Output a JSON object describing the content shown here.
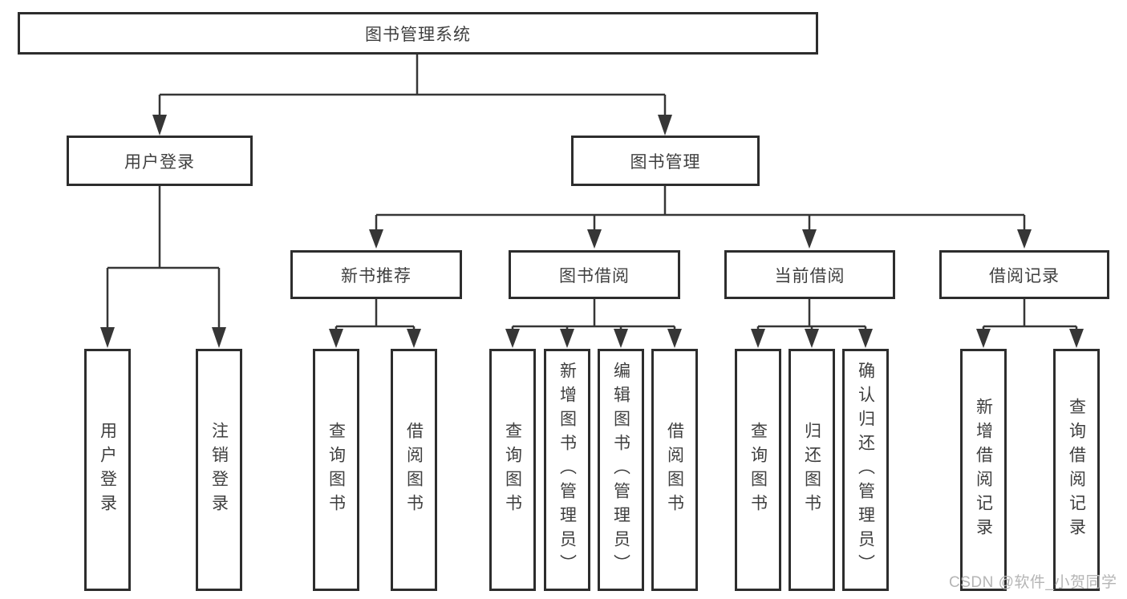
{
  "colors": {
    "line": "#363636",
    "border": "#2d2d2d",
    "text": "#3f3f3f",
    "watermark": "#b5b5b5",
    "bg": "#ffffff"
  },
  "tree": {
    "root": "图书管理系统",
    "branches": [
      {
        "label": "用户登录",
        "children": [
          {
            "label": "用户登录"
          },
          {
            "label": "注销登录"
          }
        ]
      },
      {
        "label": "图书管理",
        "children": [
          {
            "label": "新书推荐",
            "children": [
              {
                "label": "查询图书"
              },
              {
                "label": "借阅图书"
              }
            ]
          },
          {
            "label": "图书借阅",
            "children": [
              {
                "label": "查询图书"
              },
              {
                "label": "新增图书（管理员）"
              },
              {
                "label": "编辑图书（管理员）"
              },
              {
                "label": "借阅图书"
              }
            ]
          },
          {
            "label": "当前借阅",
            "children": [
              {
                "label": "查询图书"
              },
              {
                "label": "归还图书"
              },
              {
                "label": "确认归还（管理员）"
              }
            ]
          },
          {
            "label": "借阅记录",
            "children": [
              {
                "label": "新增借阅记录"
              },
              {
                "label": "查询借阅记录"
              }
            ]
          }
        ]
      }
    ]
  },
  "watermark": "CSDN @软件_小贺同学"
}
